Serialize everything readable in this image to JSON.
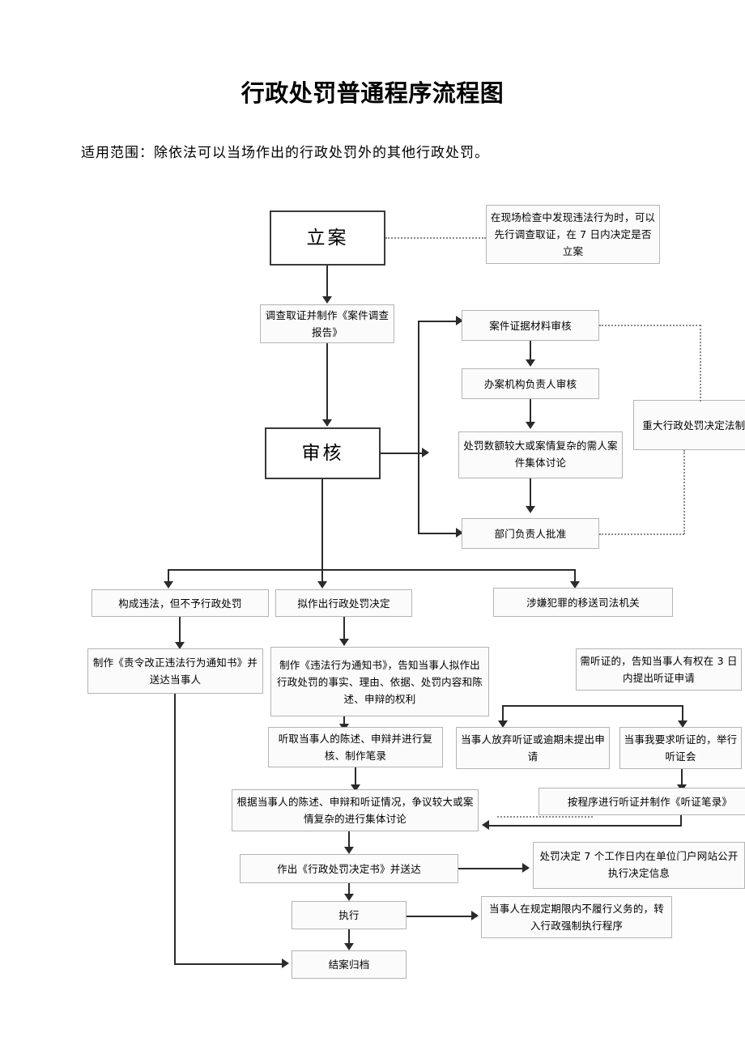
{
  "document": {
    "title": "行政处罚普通程序流程图",
    "subtitle": "适用范围：除依法可以当场作出的行政处罚外的其他行政处罚。"
  },
  "nodes": {
    "filing": "立案",
    "filing_note": "在现场检查中发现违法行为时，可以先行调查取证，在 7 日内决定是否立案",
    "investigate": "调查取证并制作《案件调查报告》",
    "review": "审核",
    "evidence_review": "案件证据材料审核",
    "agency_head_review": "办案机构负责人审核",
    "collective_discussion": "处罚数额较大或案情复杂的需人案件集体讨论",
    "major_legal_review": "重大行政处罚决定法制审核",
    "dept_head_approval": "部门负责人批准",
    "illegal_no_penalty": "构成违法，但不予行政处罚",
    "propose_penalty": "拟作出行政处罚决定",
    "suspected_crime": "涉嫌犯罪的移送司法机关",
    "order_correction": "制作《责令改正违法行为通知书》并送达当事人",
    "violation_notice": "制作《违法行为通知书》，告知当事人拟作出行政处罚的事实、理由、依据、处罚内容和陈述、申辩的权利",
    "hearing_right_notice": "需听证的，告知当事人有权在 3 日内提出听证申请",
    "hear_statement": "听取当事人的陈述、申辩并进行复核、制作笔录",
    "waive_hearing": "当事人放弃听证或逾期未提出申请",
    "request_hearing": "当事我要求听证的，举行听证会",
    "group_discussion": "根据当事人的陈述、申辩和听证情况，争议较大或案情复杂的进行集体讨论",
    "hearing_record": "按程序进行听证并制作《听证笔录》",
    "decision_doc": "作出《行政处罚决定书》并送达",
    "publish_decision": "处罚决定 7 个工作日内在单位门户网站公开执行决定信息",
    "execute": "执行",
    "compulsory_execution": "当事人在规定期限内不履行义务的，转入行政强制执行程序",
    "close_archive": "结案归档"
  },
  "colors": {
    "box_border": "#b4b4b4",
    "strong_border": "#3a3a3a",
    "line": "#2b2b2b",
    "dotted_line": "#8a8a8a",
    "background": "#ffffff"
  }
}
